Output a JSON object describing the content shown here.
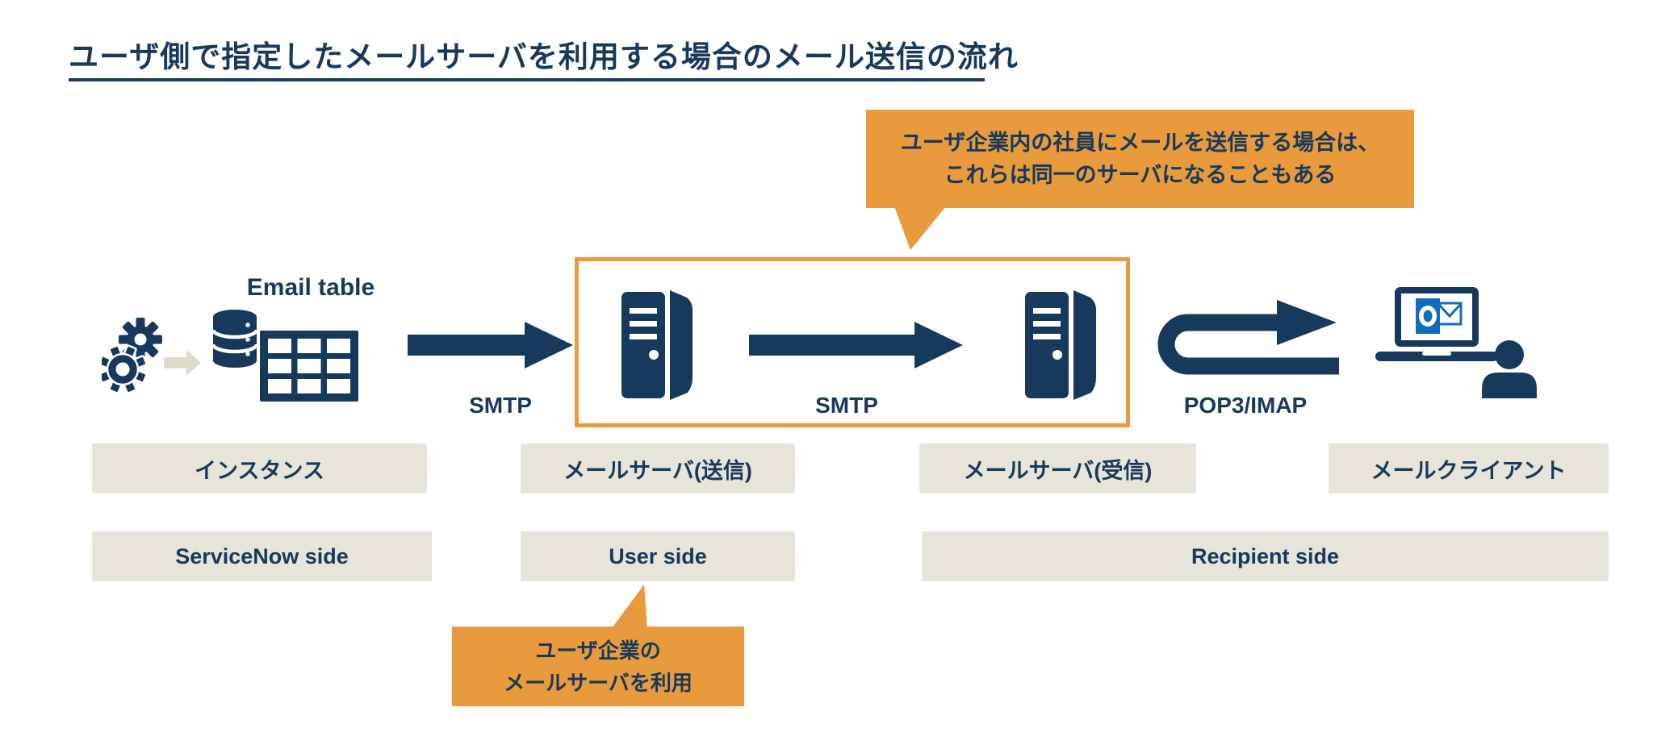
{
  "title": "ユーザ側で指定したメールサーバを利用する場合のメール送信の流れ",
  "callouts": {
    "top": {
      "line1": "ユーザ企業内の社員にメールを送信する場合は、",
      "line2": "これらは同一のサーバになることもある"
    },
    "bottom": {
      "line1": "ユーザ企業の",
      "line2": "メールサーバを利用"
    }
  },
  "nodes": {
    "email_table_label": "Email table"
  },
  "protocol_labels": {
    "smtp_instance_to_send": "SMTP",
    "smtp_send_to_receive": "SMTP",
    "pop3_imap": "POP3/IMAP"
  },
  "entity_labels": {
    "instance": "インスタンス",
    "mail_server_send": "メールサーバ(送信)",
    "mail_server_receive": "メールサーバ(受信)",
    "mail_client": "メールクライアント"
  },
  "side_labels": {
    "servicenow": "ServiceNow side",
    "user": "User side",
    "recipient": "Recipient side"
  },
  "icons": {
    "gears": "gears-icon",
    "database": "database-icon",
    "table": "table-icon",
    "server_send": "server-icon",
    "server_receive": "server-icon",
    "uturn_arrow": "u-turn-arrow-icon",
    "laptop_outlook": "laptop-outlook-icon",
    "person": "person-icon"
  },
  "colors": {
    "navy": "#17395c",
    "orange": "#e89a3c",
    "beige": "#e7e4da",
    "light_arrow": "#dedac9",
    "outlook_blue": "#0f6cbe",
    "background": "#ffffff"
  }
}
